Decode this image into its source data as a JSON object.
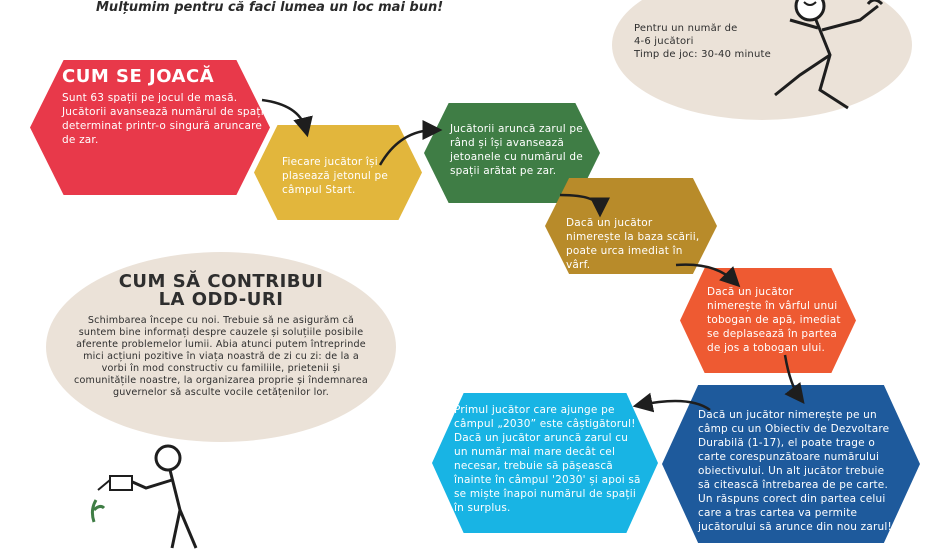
{
  "header": {
    "thank_you": "Mulțumim pentru că faci lumea un loc mai bun!"
  },
  "info": {
    "players": "Pentru un număr de",
    "players_count": "4-6 jucători",
    "time": "Timp de joc: 30-40 minute"
  },
  "how_to_play": {
    "title": "CUM SE JOACĂ",
    "intro": "Sunt 63 spații pe jocul de masă. Jucătorii avansează numărul de spații determinat printr-o singură aruncare de zar."
  },
  "steps": [
    {
      "text": "Fiecare jucător își plasează jetonul pe câmpul Start."
    },
    {
      "text": "Jucătorii aruncă zarul pe rând și își avansează jetoanele cu numărul de spații arătat pe zar."
    },
    {
      "text": "Dacă un jucător nimerește la baza scării, poate urca imediat în vârf."
    },
    {
      "text": "Dacă un jucător nimerește în vârful unui tobogan de apă, imediat se deplasează în partea de jos a tobogan ului."
    },
    {
      "text": "Dacă un jucător nimerește pe un câmp cu un Obiectiv de Dezvoltare Durabilă (1-17), el poate trage o carte corespunzătoare numărului obiectivului. Un alt jucător trebuie să citească întrebarea de pe carte. Un răspuns corect din partea celui care a tras cartea va permite jucătorului să arunce din nou zarul!"
    },
    {
      "text": "Primul jucător care ajunge pe câmpul „2030” este câștigătorul! Dacă un jucător aruncă zarul cu un număr mai mare decât cel necesar, trebuie să pășească înainte în câmpul '2030' și apoi să se miște înapoi numărul de spații în surplus."
    }
  ],
  "contribute": {
    "title_line1": "CUM SĂ CONTRIBUI",
    "title_line2": "LA ODD-URI",
    "body": "Schimbarea începe cu noi. Trebuie să ne asigurăm că suntem bine informați despre cauzele și soluțiile posibile aferente problemelor lumii. Abia atunci putem întreprinde mici acțiuni pozitive în viața noastră de zi cu zi: de la a vorbi în mod constructiv cu familiile, prietenii și comunitățile noastre, la organizarea proprie și îndemnarea guvernelor să asculte vocile cetățenilor lor."
  },
  "colors": {
    "red": "#e8394a",
    "yellow": "#e2b63c",
    "green": "#3f7d45",
    "mustard": "#b88b2a",
    "orange": "#ee5a32",
    "cyan": "#18b4e4",
    "navy": "#1e5a9c",
    "beige": "#ebe2d8"
  }
}
